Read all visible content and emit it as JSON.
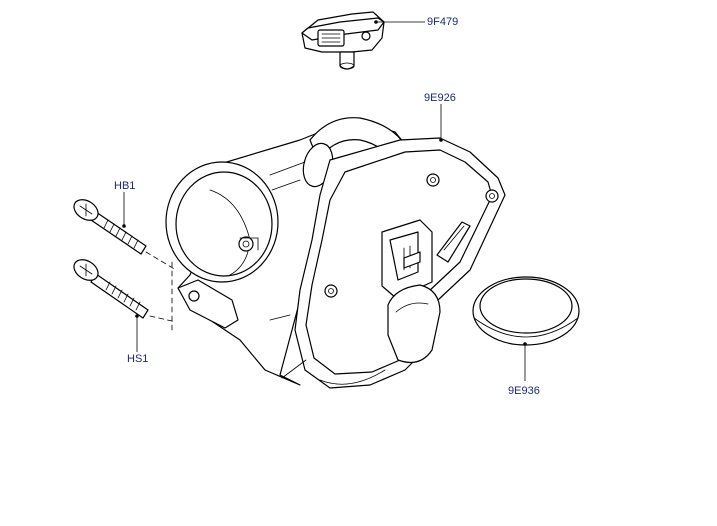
{
  "diagram": {
    "callouts": [
      {
        "id": "9F479",
        "label": "9F479"
      },
      {
        "id": "9E926",
        "label": "9E926"
      },
      {
        "id": "HB1",
        "label": "HB1"
      },
      {
        "id": "HS1",
        "label": "HS1"
      },
      {
        "id": "9E936",
        "label": "9E936"
      }
    ]
  }
}
